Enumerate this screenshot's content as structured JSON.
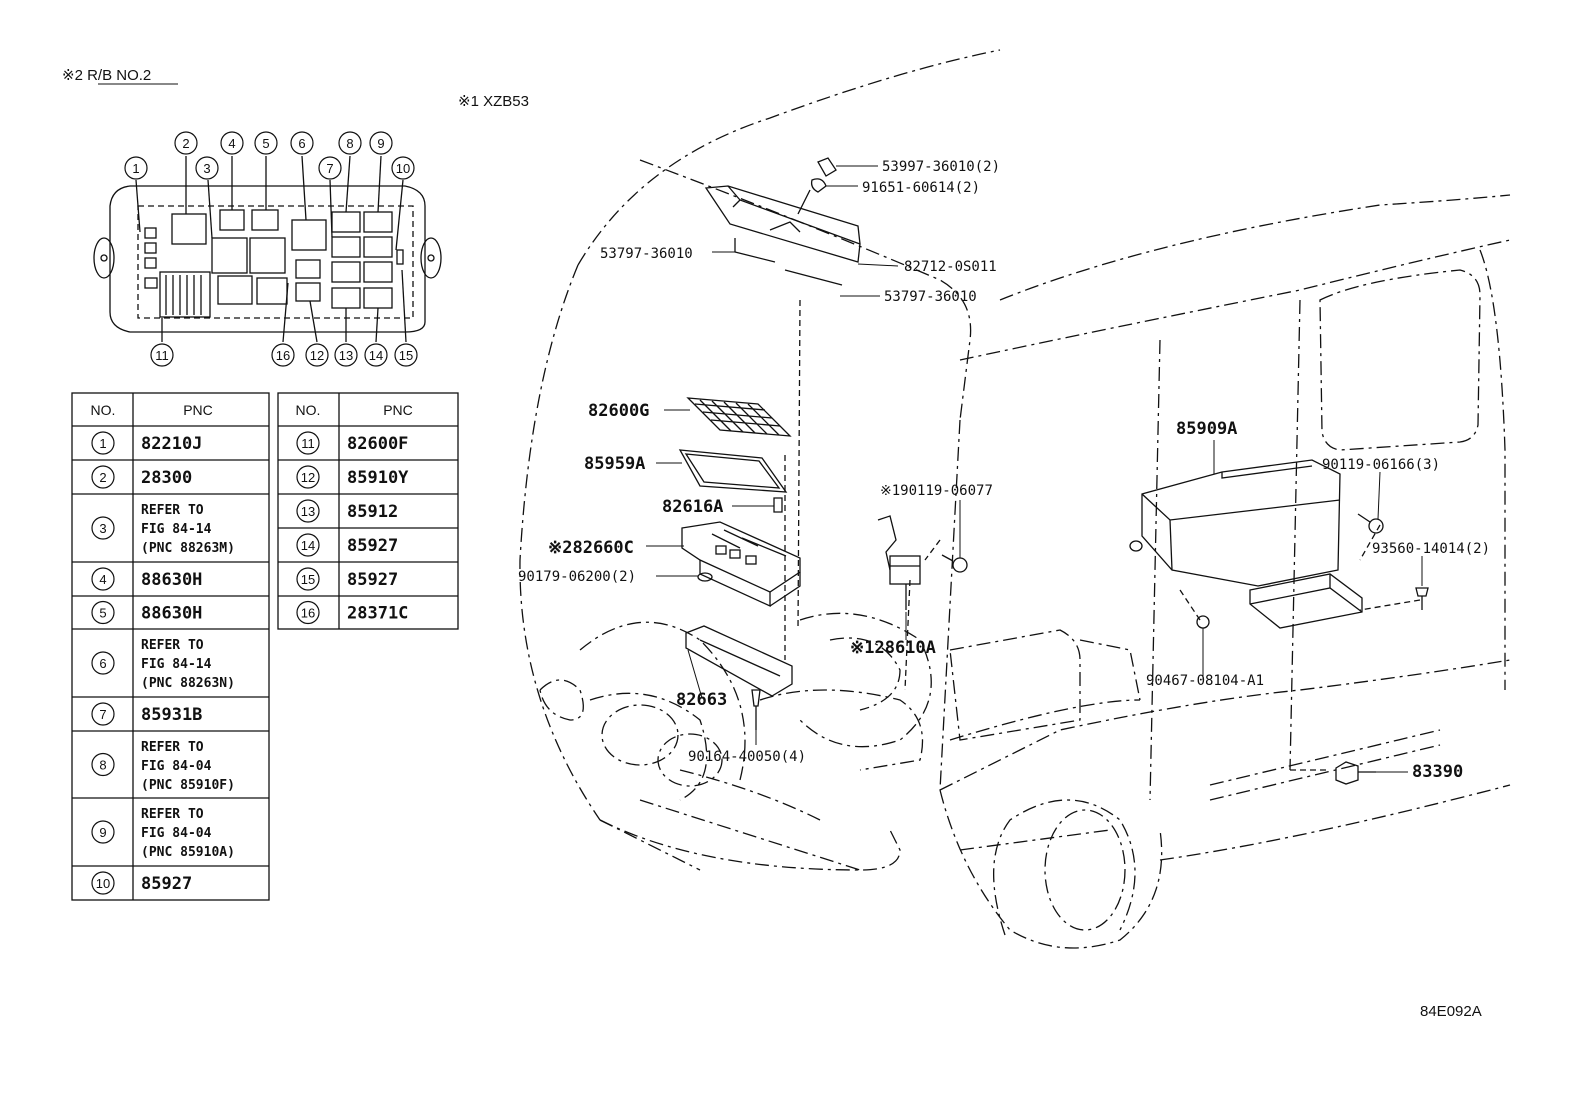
{
  "header": {
    "rb_note": "※2  R/B NO.2",
    "model_note": "※1  XZB53"
  },
  "relay_block": {
    "callout_numbers": [
      "1",
      "2",
      "3",
      "4",
      "5",
      "6",
      "7",
      "8",
      "9",
      "10",
      "11",
      "12",
      "13",
      "14",
      "15",
      "16"
    ]
  },
  "table_left": {
    "col_no": "NO.",
    "col_pnc": "PNC",
    "rows": [
      {
        "no": "1",
        "lines": [
          "82210J"
        ]
      },
      {
        "no": "2",
        "lines": [
          "28300"
        ]
      },
      {
        "no": "3",
        "lines": [
          "REFER TO",
          "FIG 84-14",
          "(PNC 88263M)"
        ]
      },
      {
        "no": "4",
        "lines": [
          "88630H"
        ]
      },
      {
        "no": "5",
        "lines": [
          "88630H"
        ]
      },
      {
        "no": "6",
        "lines": [
          "REFER TO",
          "FIG 84-14",
          "(PNC 88263N)"
        ]
      },
      {
        "no": "7",
        "lines": [
          "85931B"
        ]
      },
      {
        "no": "8",
        "lines": [
          "REFER TO",
          "FIG 84-04",
          "(PNC 85910F)"
        ]
      },
      {
        "no": "9",
        "lines": [
          "REFER TO",
          "FIG 84-04",
          "(PNC 85910A)"
        ]
      },
      {
        "no": "10",
        "lines": [
          "85927"
        ]
      }
    ]
  },
  "table_right": {
    "col_no": "NO.",
    "col_pnc": "PNC",
    "rows": [
      {
        "no": "11",
        "lines": [
          "82600F"
        ]
      },
      {
        "no": "12",
        "lines": [
          "85910Y"
        ]
      },
      {
        "no": "13",
        "lines": [
          "85912"
        ]
      },
      {
        "no": "14",
        "lines": [
          "85927"
        ]
      },
      {
        "no": "15",
        "lines": [
          "85927"
        ]
      },
      {
        "no": "16",
        "lines": [
          "28371C"
        ]
      }
    ]
  },
  "part_labels": {
    "p53997": "53997-36010(2)",
    "p91651": "91651-60614(2)",
    "p53797a": "53797-36010",
    "p82712": "82712-0S011",
    "p53797b": "53797-36010",
    "p82600G": "82600G",
    "p85959A": "85959A",
    "p82616A": "82616A",
    "p82660C": "※282660C",
    "p90179": "90179-06200(2)",
    "p82663": "82663",
    "p90164": "90164-40050(4)",
    "p90119a": "※190119-06077",
    "p28610A": "※128610A",
    "p85909A": "85909A",
    "p90119b": "90119-06166(3)",
    "p93560": "93560-14014(2)",
    "p90467": "90467-08104-A1",
    "p83390": "83390"
  },
  "figure_code": "84E092A"
}
